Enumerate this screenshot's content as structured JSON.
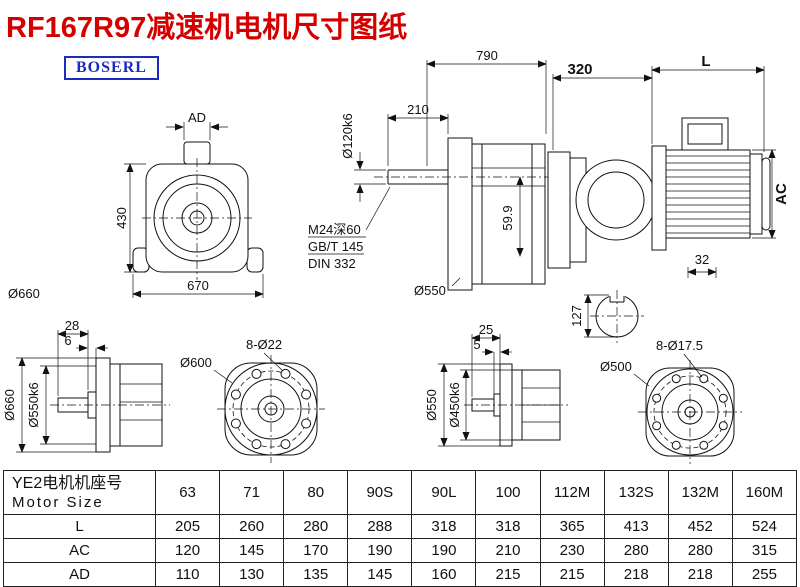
{
  "page": {
    "title": "RF167R97减速机电机尺寸图纸",
    "logo": "BOSERL"
  },
  "front_view": {
    "ad": "AD",
    "height": "430",
    "width": "670",
    "outer_dia": "Ø660"
  },
  "side_view": {
    "overall_len": "790",
    "shaft_len": "210",
    "shaft_dia": "Ø120k6",
    "tap_hole": "M24深60",
    "std_gb": "GB/T 145",
    "std_din": "DIN 332",
    "center_h": "59.9",
    "flange_dia": "Ø550"
  },
  "motor_view": {
    "adapter_len": "320",
    "motor_len": "L",
    "frame_dia": "AC",
    "key_w": "32",
    "shaft_h": "127"
  },
  "flange1": {
    "len28": "28",
    "len6": "6",
    "outer_dia": "Ø660",
    "spigot_dia": "Ø550k6"
  },
  "flange2": {
    "dia": "Ø600",
    "holes": "8-Ø22"
  },
  "flange3": {
    "len25": "25",
    "len5": "5",
    "outer_dia": "Ø550",
    "spigot_dia": "Ø450k6"
  },
  "flange4": {
    "dia": "Ø500",
    "holes": "8-Ø17.5"
  },
  "table": {
    "header_line1": "YE2电机机座号",
    "header_line2": "Motor Size",
    "sizes": [
      "63",
      "71",
      "80",
      "90S",
      "90L",
      "100",
      "112M",
      "132S",
      "132M",
      "160M"
    ],
    "rows": [
      {
        "label": "L",
        "values": [
          "205",
          "260",
          "280",
          "288",
          "318",
          "318",
          "365",
          "413",
          "452",
          "524"
        ]
      },
      {
        "label": "AC",
        "values": [
          "120",
          "145",
          "170",
          "190",
          "190",
          "210",
          "230",
          "280",
          "280",
          "315"
        ]
      },
      {
        "label": "AD",
        "values": [
          "110",
          "130",
          "135",
          "145",
          "160",
          "215",
          "215",
          "218",
          "218",
          "255"
        ]
      }
    ]
  }
}
